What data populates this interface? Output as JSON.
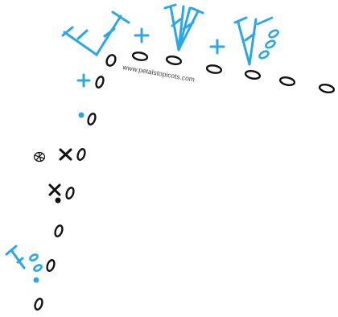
{
  "watermark": "www.petalstopicots.com",
  "colors": {
    "stitch_blue": "#2aa8e6",
    "chain_black": "#111111",
    "background": "#ffffff"
  },
  "legend_icons": [
    "chain-stitch-symbol",
    "single-crochet-symbol",
    "slip-stitch-symbol",
    "double-crochet-symbol",
    "treble-crochet-symbol",
    "v-stitch-symbol",
    "magic-ring-marker-symbol"
  ]
}
